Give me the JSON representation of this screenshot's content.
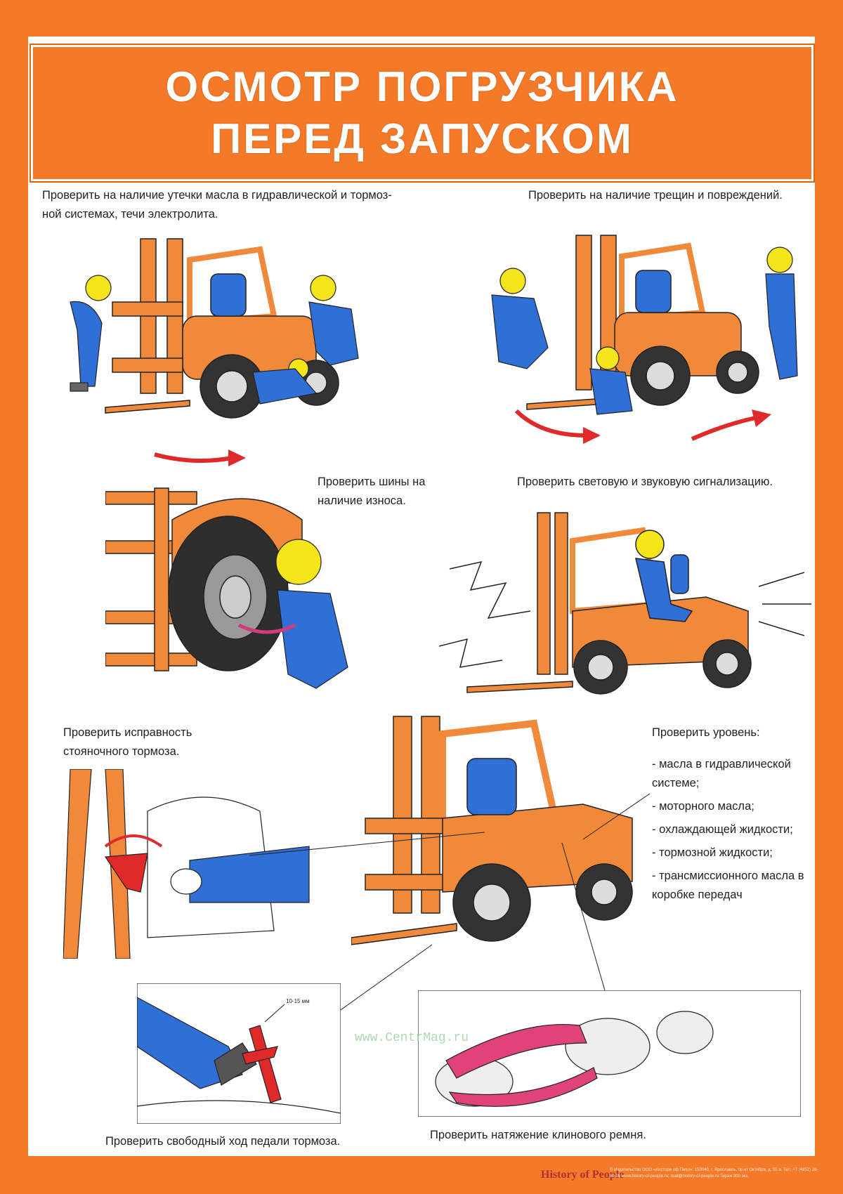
{
  "title": {
    "line1": "ОСМОТР  ПОГРУЗЧИКА",
    "line2": "ПЕРЕД ЗАПУСКОМ"
  },
  "sections": {
    "oil_leak": "Проверить на наличие утечки масла в гидравлической и тормоз-ной системах, течи электролита.",
    "cracks": "Проверить на наличие трещин и повреждений.",
    "tires_line1": "Проверить  шины  на",
    "tires_line2": "наличие износа.",
    "signals": "Проверить световую и звуковую сигнализацию.",
    "parking_line1": "Проверить  исправность",
    "parking_line2": "стояночного тормоза.",
    "levels_title": "Проверить уровень:",
    "levels": [
      "- масла в гидравлической системе;",
      "- моторного масла;",
      "- охлаждающей жидкости;",
      "- тормозной жидкости;",
      "- трансмиссионного масла в коробке передач"
    ],
    "pedal": "Проверить свободный ход педали тормоза.",
    "belt": "Проверить натяжение клинового ремня.",
    "pedal_measure": "10-15 мм"
  },
  "watermark": "www.CentrMag.ru",
  "footer": {
    "brand": "History of People",
    "imprint": "© Издательство ООО «Хистори оф Пипл»: 150040, г. Ярославль, пр-кт Октября, д. 55 а. Тел: +7 (4852) 28-60-08 www.history-of-people.ru; mail@history-of-people.ru Тираж 300 экз."
  },
  "colors": {
    "brand_orange": "#f47a2a",
    "worker_blue": "#2f6fd6",
    "helmet_yellow": "#f6e51a",
    "arrow_red": "#e02a2a"
  }
}
